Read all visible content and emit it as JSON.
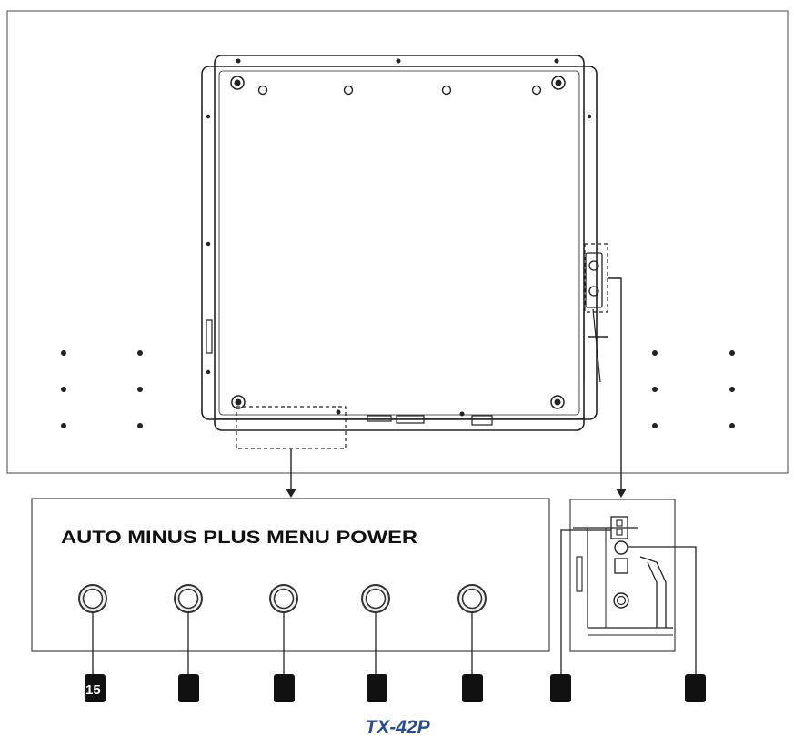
{
  "diagram": {
    "button_panel_label": "AUTO MINUS PLUS MENU POWER",
    "callout_first": "15",
    "model_name": "TX-42P"
  },
  "colors": {
    "model_text": "#2b4c8c",
    "line": "#222222",
    "frame": "#666666",
    "badge": "#111111"
  }
}
